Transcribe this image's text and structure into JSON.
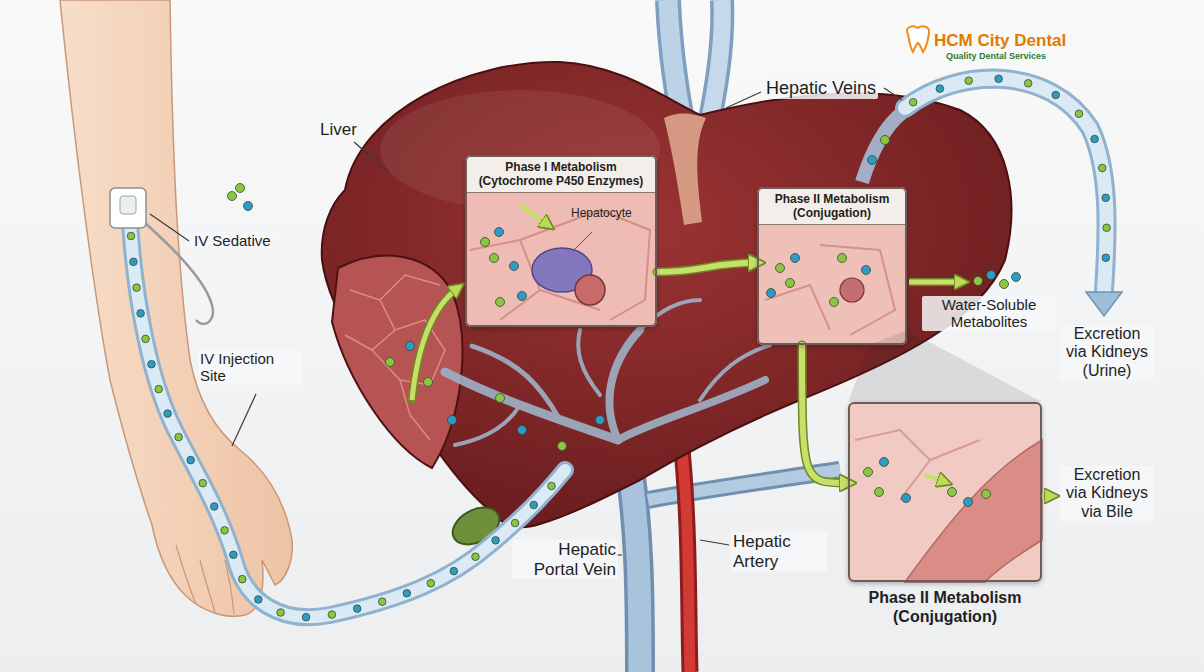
{
  "diagram": {
    "nodes": [
      {
        "text": [
          "Phase I Metabolism (Cytochrome P450 Enzymes)",
          "Hepatocyte"
        ]
      },
      {
        "text": [
          "Phase II Metabolism (Conjugation)"
        ]
      },
      {
        "text": [
          "Phase II Metabolism (Conjugation)"
        ]
      }
    ],
    "edges": [
      {
        "from": 0,
        "to": 1,
        "arrow": "to"
      },
      {
        "from": 1,
        "to": 2,
        "arrow": "to"
      }
    ],
    "labels": [
      "HCM City Dental",
      "Quality Dental Services",
      "Liver",
      "IV Sedative",
      "IV Injection Site",
      "Hepatic Veins",
      "Water-Soluble Metabolites",
      "Excretion via Kidneys (Urine)",
      "Excretion via Kidneys via Bile",
      "Hepatic Portal Vein",
      "Hepatic Artery"
    ]
  }
}
